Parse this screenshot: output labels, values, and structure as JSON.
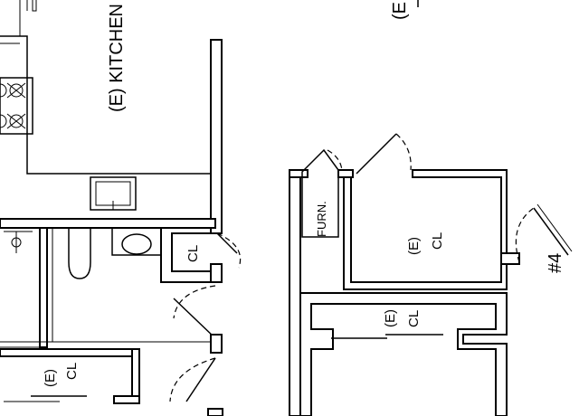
{
  "labels": {
    "kitchen": "(E) KITCHEN",
    "top_right_partial": "(E",
    "furnace": "FURN.",
    "cl_small": "CL",
    "closet_right": {
      "line1": "(E)",
      "line2": "CL"
    },
    "closet_middle": {
      "line1": "(E)",
      "line2": "CL"
    },
    "closet_bottom_left": {
      "line1": "(E)",
      "line2": "CL"
    },
    "room_number": "#4"
  }
}
